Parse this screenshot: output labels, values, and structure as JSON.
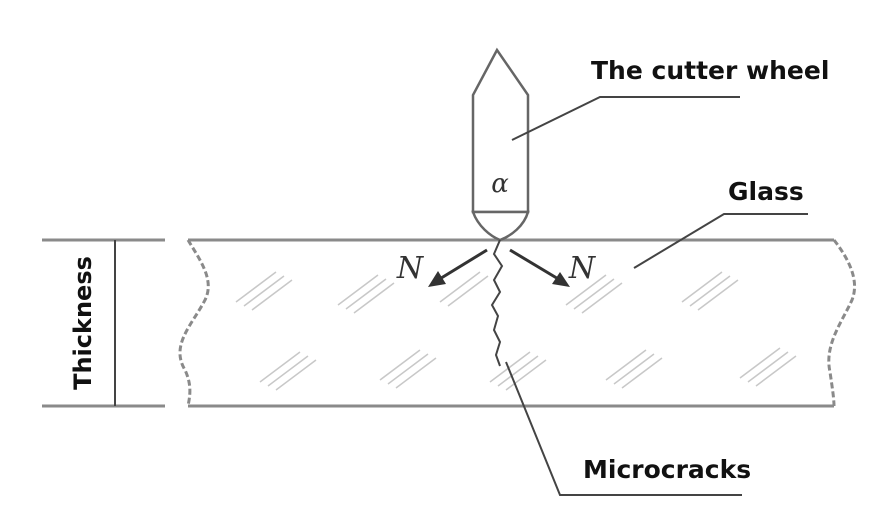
{
  "labels": {
    "cutter_wheel": "The cutter wheel",
    "glass": "Glass",
    "microcracks": "Microcracks",
    "thickness": "Thickness",
    "force_left": "N",
    "force_right": "N",
    "angle": "α"
  },
  "colors": {
    "outline": "#8a8a8a",
    "leader": "#444444",
    "hatch": "#c8c8c8",
    "text": "#111111"
  }
}
